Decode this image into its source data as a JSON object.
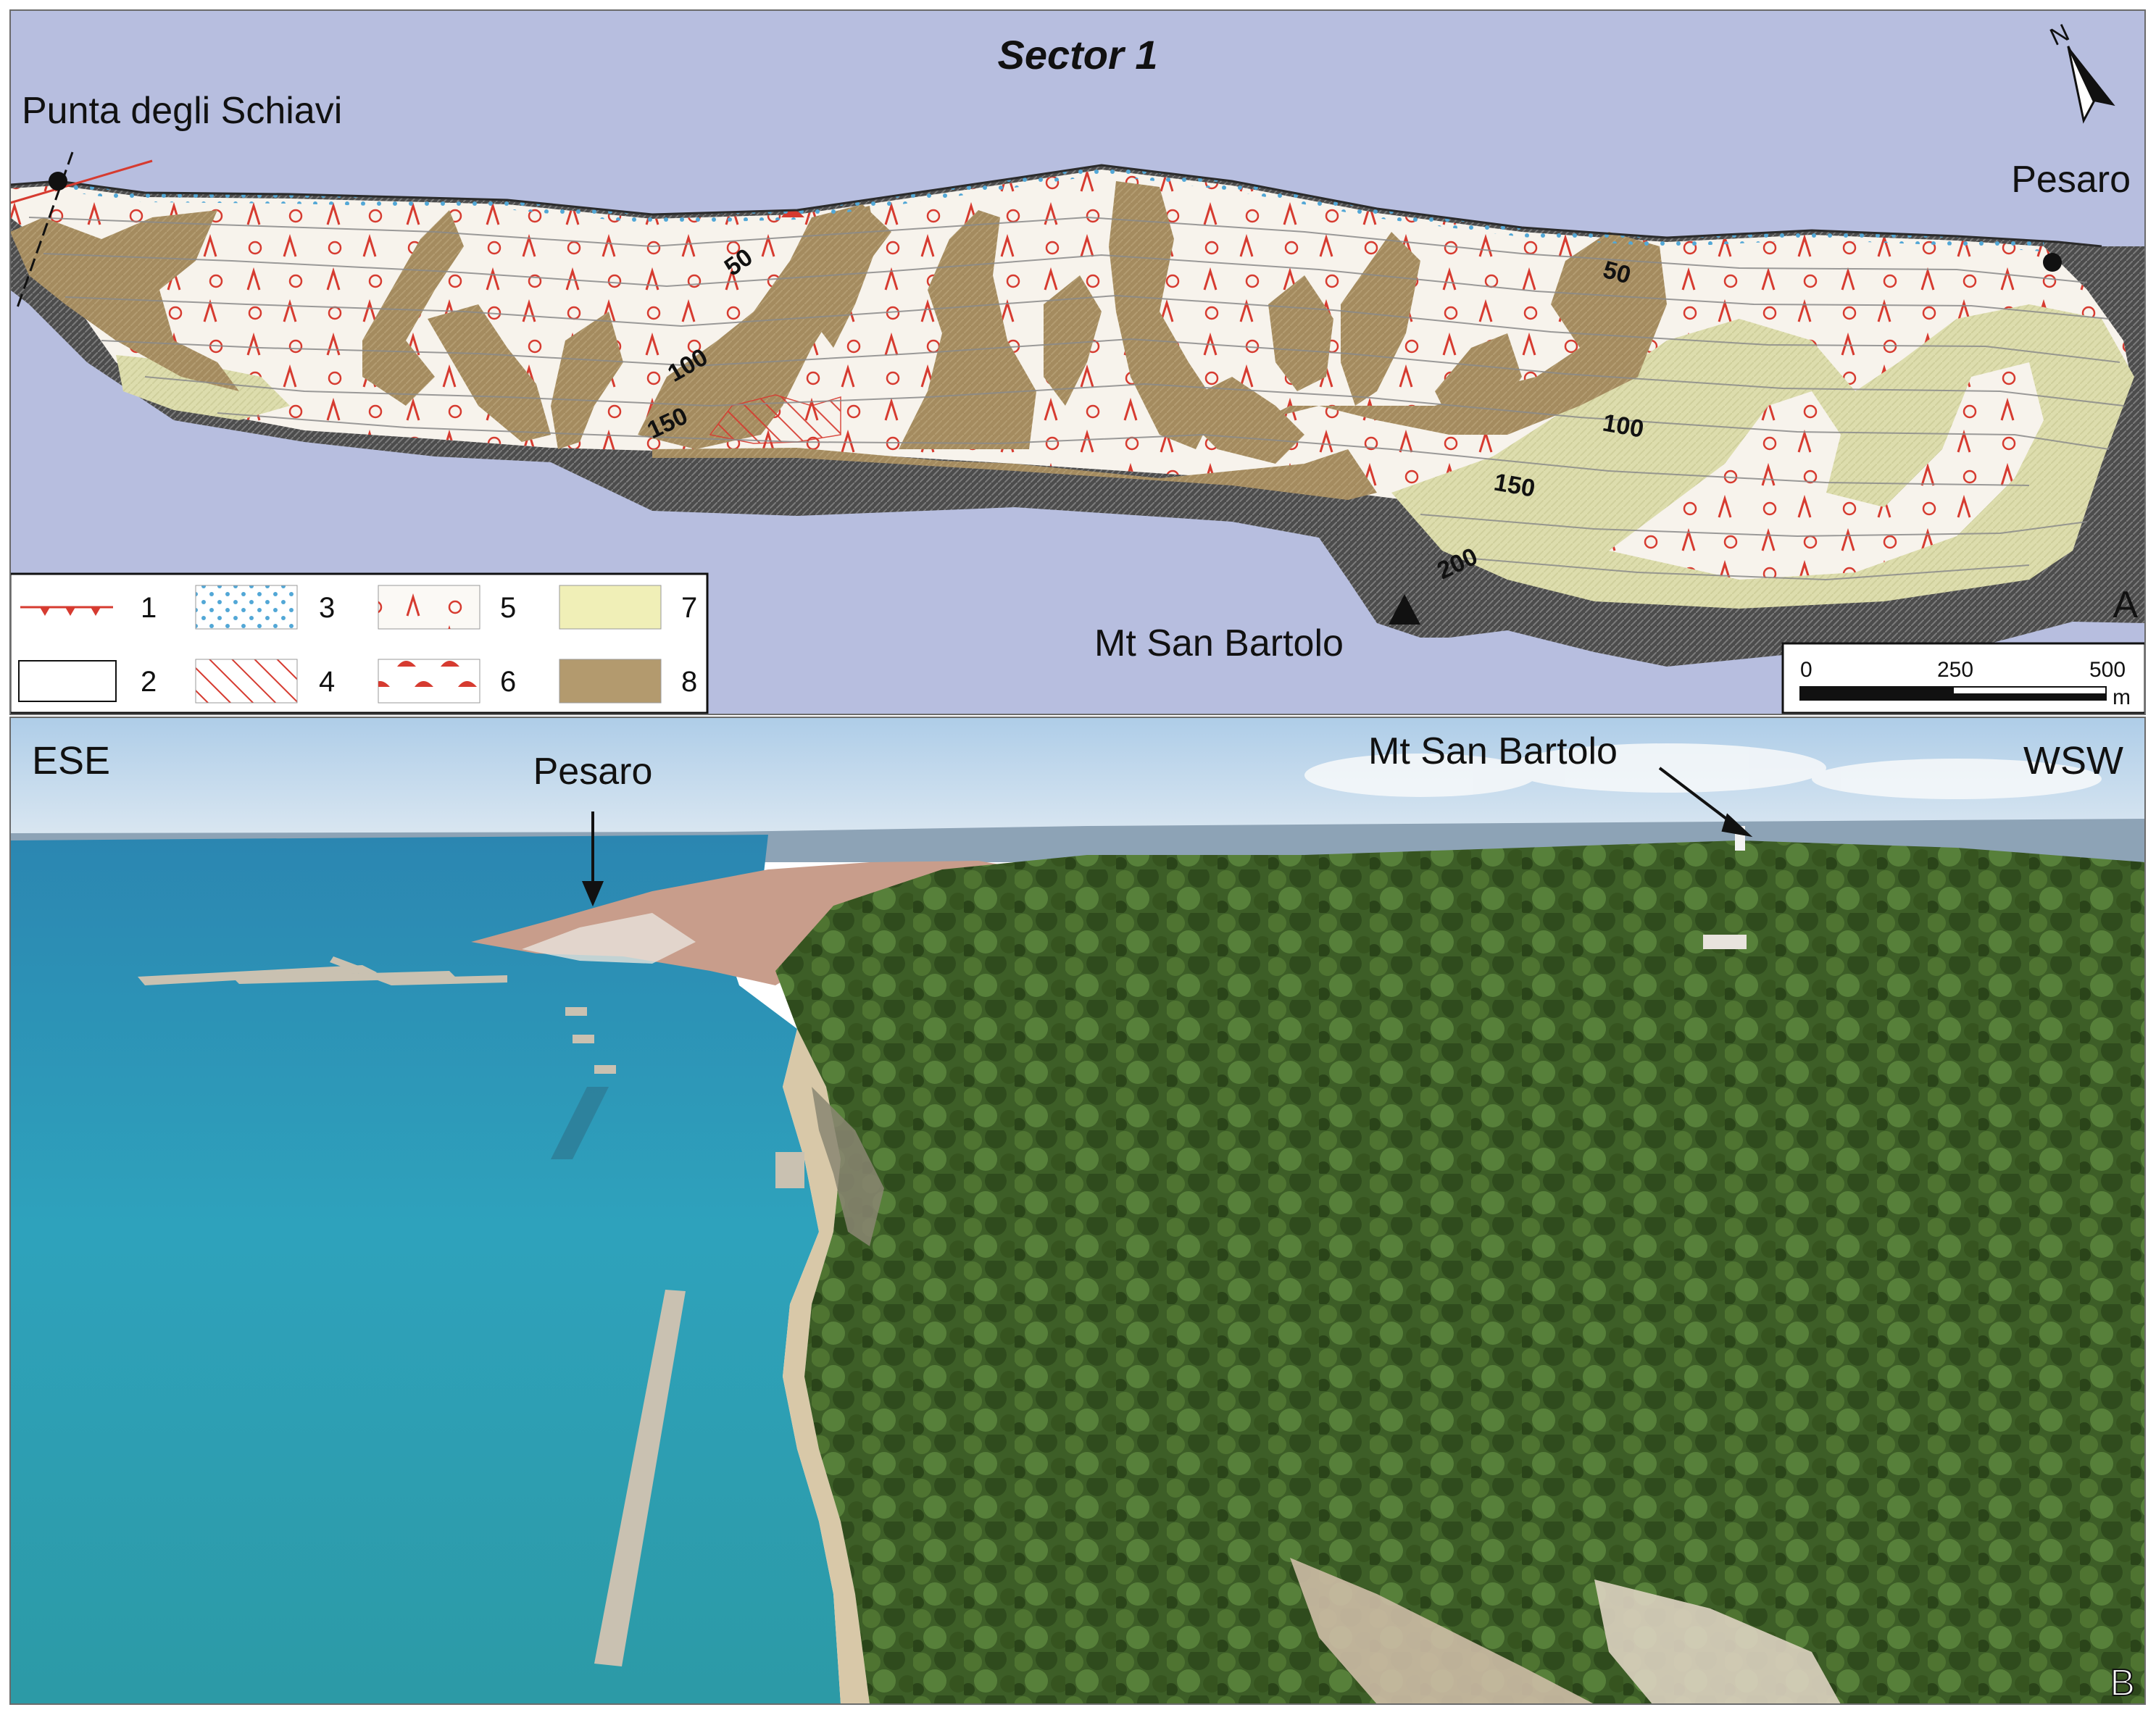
{
  "panel_a": {
    "title": "Sector 1",
    "panel_letter": "A",
    "places": {
      "punta": "Punta degli Schiavi",
      "pesaro": "Pesaro",
      "mt_san_bartolo": "Mt San Bartolo"
    },
    "north_label": "N",
    "contours": [
      {
        "id": "c50a",
        "label": "50"
      },
      {
        "id": "c100a",
        "label": "100"
      },
      {
        "id": "c150a",
        "label": "150"
      },
      {
        "id": "c50b",
        "label": "50"
      },
      {
        "id": "c100b",
        "label": "100"
      },
      {
        "id": "c150b",
        "label": "150"
      },
      {
        "id": "c200",
        "label": "200"
      }
    ],
    "legend": [
      {
        "key": "1",
        "pattern": "thrust-line"
      },
      {
        "key": "2",
        "pattern": "blank"
      },
      {
        "key": "3",
        "pattern": "blue-dots"
      },
      {
        "key": "4",
        "pattern": "red-hatch"
      },
      {
        "key": "5",
        "pattern": "red-ticks-circles"
      },
      {
        "key": "6",
        "pattern": "red-landslide-symbols"
      },
      {
        "key": "7",
        "pattern": "pale-yellow"
      },
      {
        "key": "8",
        "pattern": "brown"
      }
    ],
    "scale_bar": {
      "ticks": [
        "0",
        "250",
        "500"
      ],
      "unit": "m"
    },
    "colors": {
      "sea": "#b7bedf",
      "unit5_fill": "#f7f3ec",
      "unit7_fill": "#ddddad",
      "unit8_fill": "#a48b5f",
      "hillshade": "#545454",
      "symbol_red": "#d63b30",
      "dot_blue": "#52a7d6"
    }
  },
  "panel_b": {
    "panel_letter": "B",
    "directions": {
      "left": "ESE",
      "right": "WSW"
    },
    "places": {
      "pesaro": "Pesaro",
      "mt_san_bartolo": "Mt San Bartolo"
    },
    "colors": {
      "sea": "#2c9bb4",
      "forest": "#3d5e27",
      "sky": "#cfe0f0"
    }
  }
}
